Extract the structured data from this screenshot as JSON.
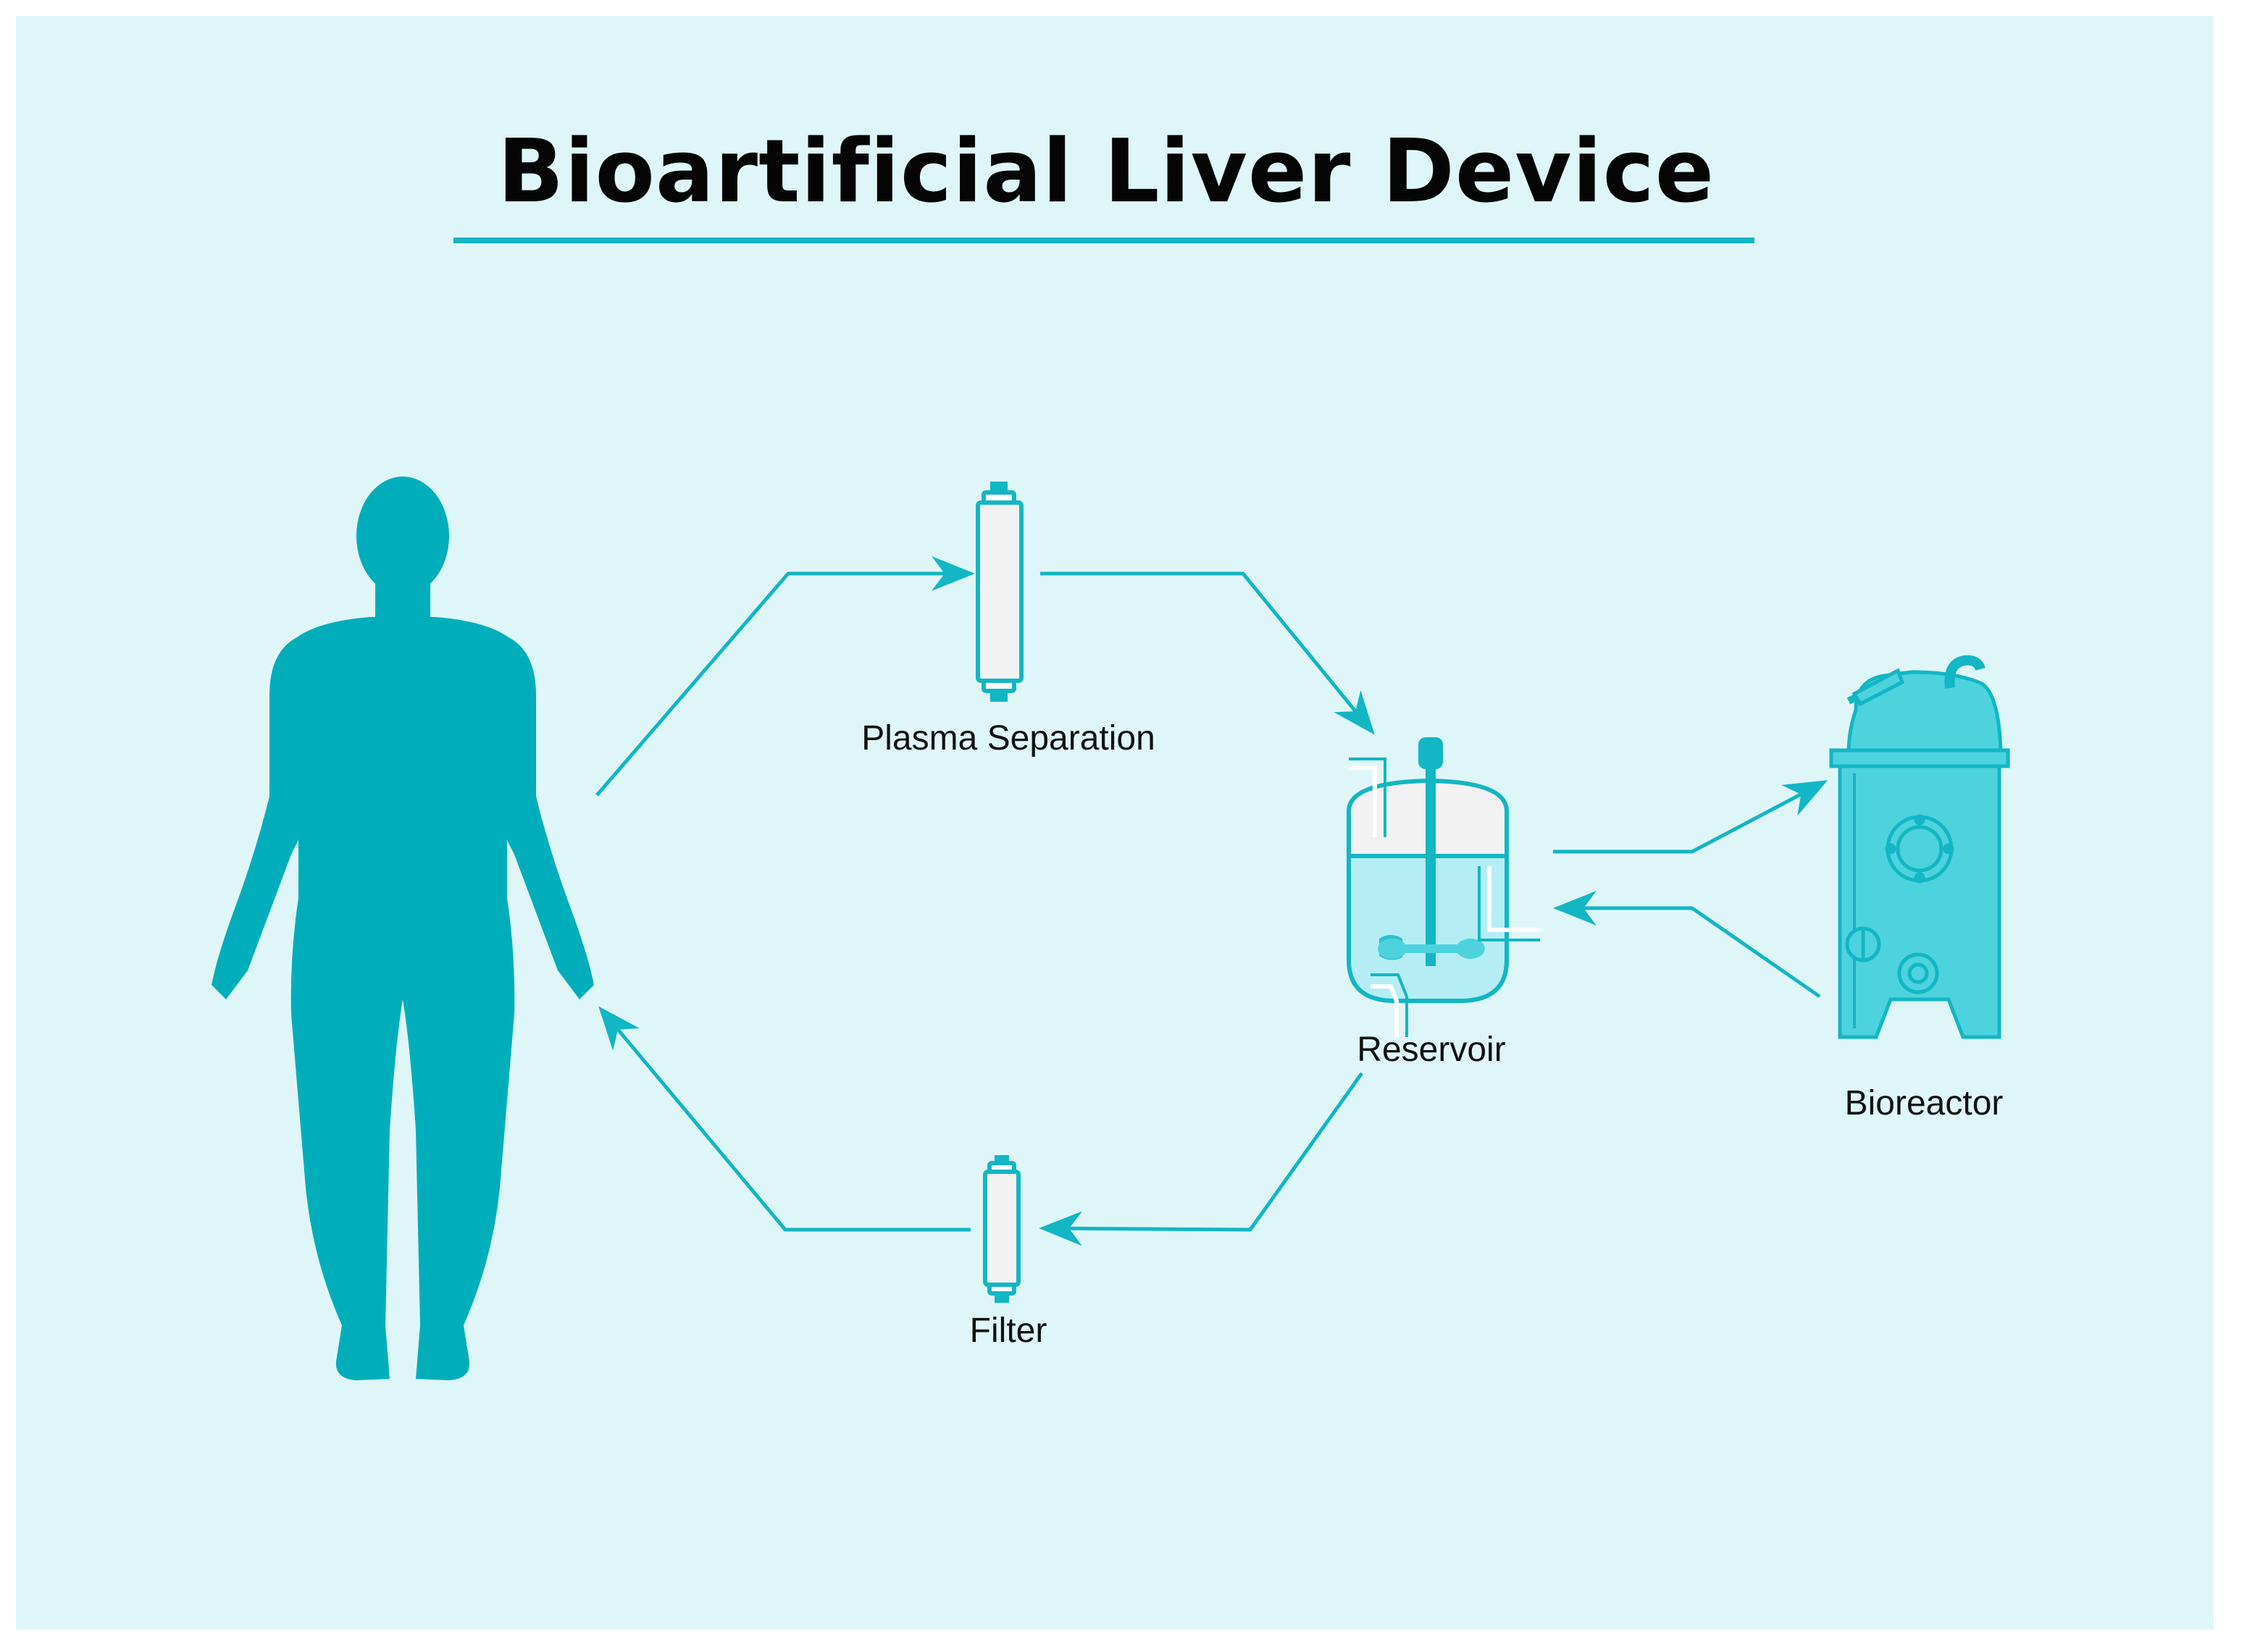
{
  "title": "Bioartificial Liver Device",
  "labels": {
    "plasma_separation": "Plasma Separation",
    "reservoir": "Reservoir",
    "bioreactor": "Bioreactor",
    "filter": "Filter"
  },
  "colors": {
    "background": "#dff6f8",
    "accent": "#12b6c4",
    "body": "#00aebb",
    "bioreactor": "#4dd3de",
    "liquid": "#b4eef4",
    "cartridge_fill": "#f2f2f2",
    "title_text": "#050505"
  },
  "icons": [
    "human-silhouette-icon",
    "plasma-separator-cartridge-icon",
    "reservoir-tank-icon",
    "bioreactor-icon",
    "filter-cartridge-icon"
  ]
}
